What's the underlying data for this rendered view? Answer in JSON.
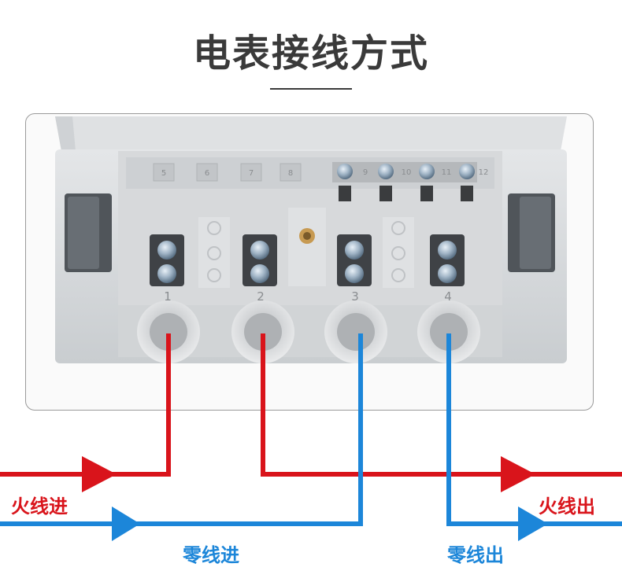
{
  "title": "电表接线方式",
  "terminals": [
    "1",
    "2",
    "3",
    "4"
  ],
  "aux_terminals": [
    "5",
    "6",
    "7",
    "8",
    "9",
    "10",
    "11",
    "12"
  ],
  "labels": {
    "live_in": "火线进",
    "live_out": "火线出",
    "neutral_in": "零线进",
    "neutral_out": "零线出"
  },
  "colors": {
    "live": "#d9141b",
    "neutral": "#1c86d9",
    "title": "#3a3a3a"
  }
}
